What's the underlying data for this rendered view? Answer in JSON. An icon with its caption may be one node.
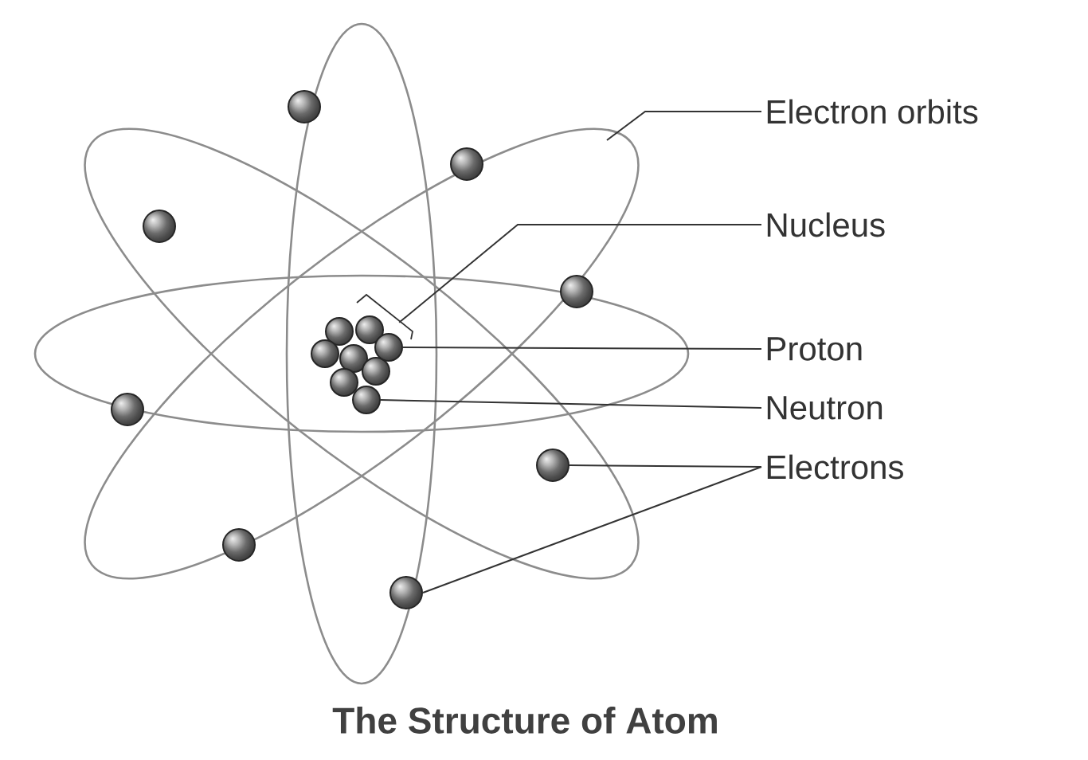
{
  "diagram": {
    "title": "The Structure of Atom",
    "nodes": [
      {
        "text": [
          "Electron orbits"
        ]
      },
      {
        "text": [
          "Nucleus"
        ]
      },
      {
        "text": [
          "Proton"
        ]
      },
      {
        "text": [
          "Neutron"
        ]
      },
      {
        "text": [
          "Electrons"
        ]
      },
      {
        "text": [],
        "shape": "cluster"
      },
      {
        "text": [],
        "shape": "circle",
        "in": 5
      },
      {
        "text": [],
        "shape": "circle",
        "in": 5
      },
      {
        "text": [],
        "shape": "circle"
      },
      {
        "text": [],
        "shape": "circle"
      },
      {
        "text": [],
        "shape": "circle"
      },
      {
        "text": [],
        "shape": "circle"
      },
      {
        "text": [],
        "shape": "circle"
      },
      {
        "text": [],
        "shape": "circle"
      },
      {
        "text": [],
        "shape": "circle"
      },
      {
        "text": [],
        "shape": "circle"
      }
    ],
    "edges": [
      {
        "from": 0,
        "to": null,
        "arrow": "none"
      },
      {
        "from": 1,
        "to": 5,
        "arrow": "none"
      },
      {
        "from": 2,
        "to": 6,
        "arrow": "none"
      },
      {
        "from": 3,
        "to": 7,
        "arrow": "none"
      },
      {
        "from": 4,
        "to": 8,
        "arrow": "none"
      },
      {
        "from": 4,
        "to": 9,
        "arrow": "none"
      }
    ]
  }
}
